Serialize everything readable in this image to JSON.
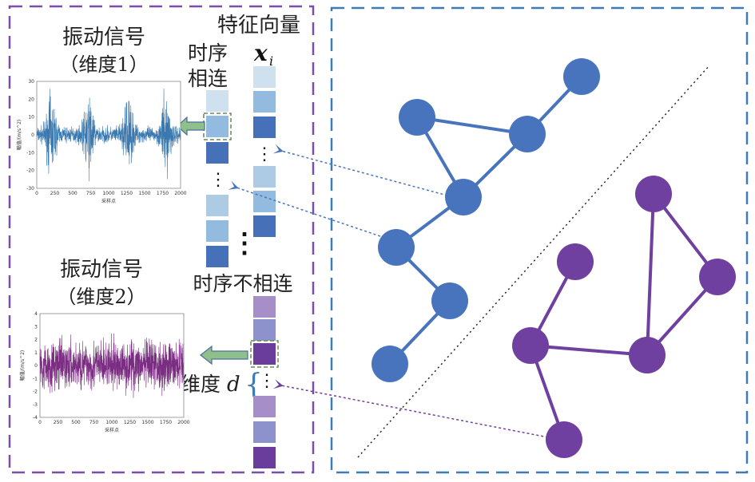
{
  "left_panel": {
    "signal1_title": [
      "振动信号",
      "（维度1）"
    ],
    "signal2_title": [
      "振动信号",
      "（维度2）"
    ],
    "connected_label": [
      "时序",
      "相连"
    ],
    "feature_vector_label": "特征向量",
    "feature_vector_symbol": "x",
    "feature_vector_subscript": "i",
    "unconnected_label": "时序不相连",
    "dimension_label": "维度",
    "dimension_symbol": "d",
    "ellipsis": "⋮"
  },
  "chart_data": [
    {
      "type": "line",
      "title": "",
      "xlabel": "采样点",
      "ylabel": "幅值/(m/s^2)",
      "xlim": [
        0,
        2000
      ],
      "ylim": [
        -30,
        30
      ],
      "xticks": [
        "0",
        "250",
        "500",
        "750",
        "1000",
        "1250",
        "1500",
        "1750",
        "2000"
      ],
      "yticks": [
        "30",
        "20",
        "10",
        "0",
        "-10",
        "-20",
        "-30"
      ],
      "color": "#3a78b0",
      "description_values": {
        "bursts_at": [
          200,
          720,
          1270,
          1800
        ],
        "burst_peak": 25,
        "noise_amplitude": 3
      }
    },
    {
      "type": "line",
      "title": "",
      "xlabel": "采样点",
      "ylabel": "幅值/(m/s^2)",
      "xlim": [
        0,
        2000
      ],
      "ylim": [
        -4,
        4
      ],
      "xticks": [
        "0",
        "250",
        "500",
        "750",
        "1000",
        "1250",
        "1500",
        "1750",
        "2000"
      ],
      "yticks": [
        "4",
        "3",
        "2",
        "1",
        "0",
        "-1",
        "-2",
        "-3",
        "-4"
      ],
      "color": "#7b2d82",
      "description_values": {
        "noise_amplitude": 1.5,
        "peak": 3.6
      }
    }
  ],
  "colors": {
    "left_frame": "#7a4fa8",
    "right_frame": "#3f7bb5",
    "blue_node": "#4874be",
    "purple_node": "#7040a0",
    "arrow_fill": "#8fbf8a"
  }
}
